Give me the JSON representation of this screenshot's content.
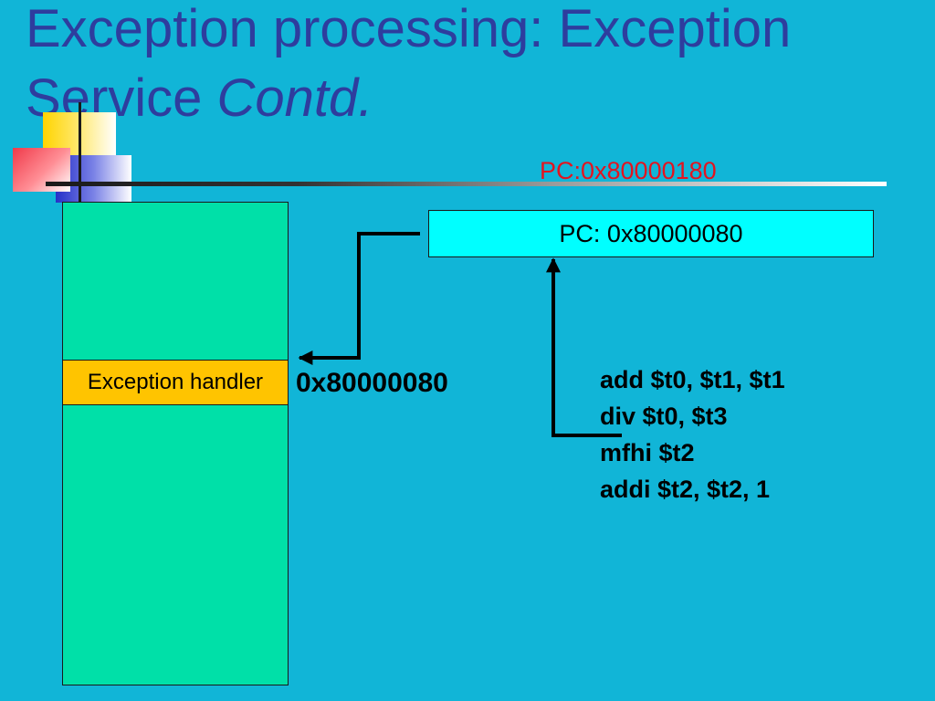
{
  "slide": {
    "title": "Exception processing: Exception Service",
    "title_italic": "Contd.",
    "background_color": "#11B5D7",
    "title_color": "#2E3D9E"
  },
  "diagram": {
    "pc_new_label": "PC:0x80000180",
    "pc_box_label": "PC: 0x80000080",
    "handler_label": "Exception handler",
    "handler_address": "0x80000080",
    "code_lines": [
      "add $t0, $t1, $t1",
      "div $t0, $t3",
      "mfhi $t2",
      "addi $t2, $t2, 1"
    ],
    "colors": {
      "memory_block": "#00E0A8",
      "handler_block": "#FFC400",
      "pc_box": "#00FFFF",
      "highlight_text": "#E3141F"
    }
  }
}
